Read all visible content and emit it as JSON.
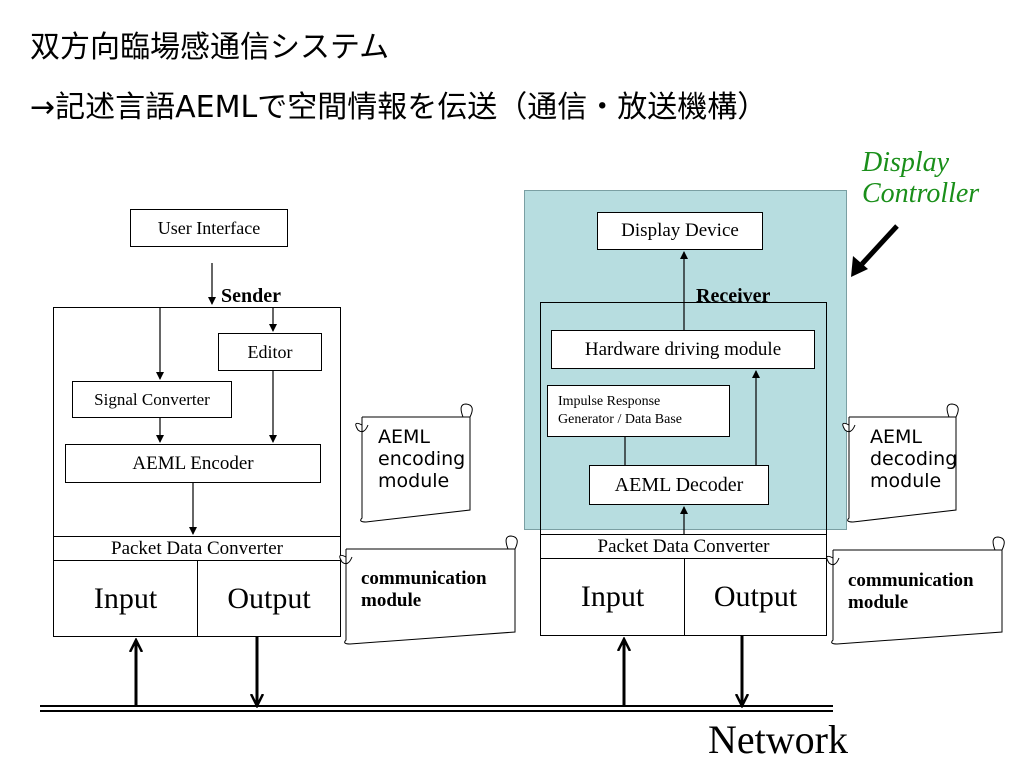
{
  "slide": {
    "title_line1": "双方向臨場感通信システム",
    "title_line2": "→記述言語AEMLで空間情報を伝送（通信・放送機構）"
  },
  "sender": {
    "label": "Sender",
    "user_interface": "User Interface",
    "editor": "Editor",
    "signal_converter": "Signal Converter",
    "encoder": "AEML Encoder",
    "packet_converter": "Packet Data Converter",
    "input": "Input",
    "output": "Output"
  },
  "receiver": {
    "label": "Receiver",
    "display_device": "Display Device",
    "hardware_driving": "Hardware driving module",
    "impulse_line1": "Impulse Response",
    "impulse_line2": "Generator / Data Base",
    "decoder": "AEML Decoder",
    "packet_converter": "Packet Data Converter",
    "input": "Input",
    "output": "Output"
  },
  "display_controller": {
    "line1": "Display",
    "line2": "Controller",
    "color": "#1a8f1a"
  },
  "scrolls": {
    "encoding": {
      "line1": "AEML",
      "line2": "encoding",
      "line3": "module"
    },
    "decoding": {
      "line1": "AEML",
      "line2": "decoding",
      "line3": "module"
    },
    "comm_sender": {
      "line1": "communication",
      "line2": "module"
    },
    "comm_receiver": {
      "line1": "communication",
      "line2": "module"
    }
  },
  "network": {
    "label": "Network"
  }
}
